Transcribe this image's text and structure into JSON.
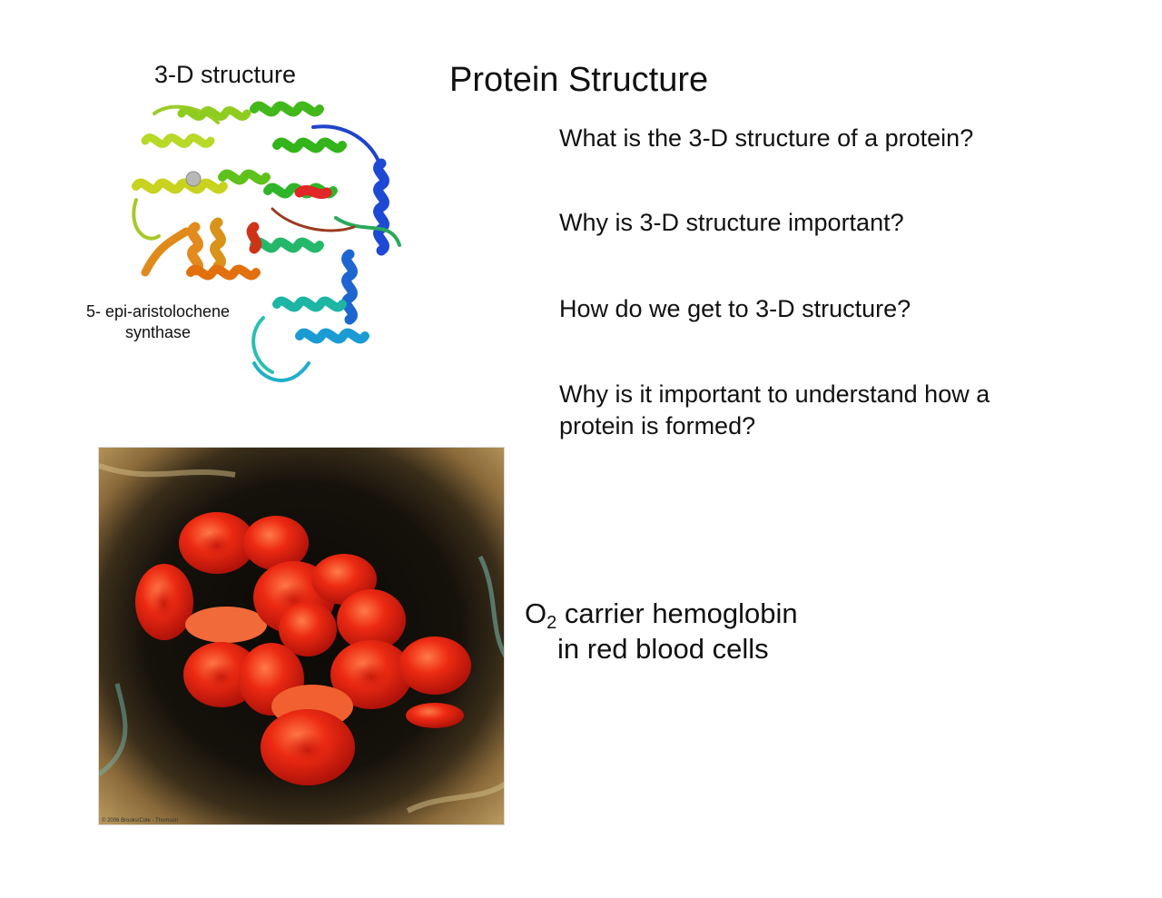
{
  "slide": {
    "title": "Protein Structure",
    "structure_caption": "3-D structure",
    "protein_name_line1": "5- epi-aristolochene",
    "protein_name_line2": "synthase",
    "questions": [
      "What is the 3-D structure of a protein?",
      "Why is 3-D structure important?",
      "How do we get to 3-D structure?",
      "Why is it important to understand how a protein is formed?"
    ],
    "o2_prefix": "O",
    "o2_subscript": "2",
    "o2_rest_line1": " carrier hemoglobin",
    "o2_line2": "in red blood cells",
    "copyright": "© 2006 Brooks/Cole - Thomson"
  },
  "colors": {
    "text": "#111111",
    "rbc_red": "#e8230f",
    "rbc_bg_dark": "#0c0a06",
    "rbc_bg_tan": "#8a6a3a"
  }
}
